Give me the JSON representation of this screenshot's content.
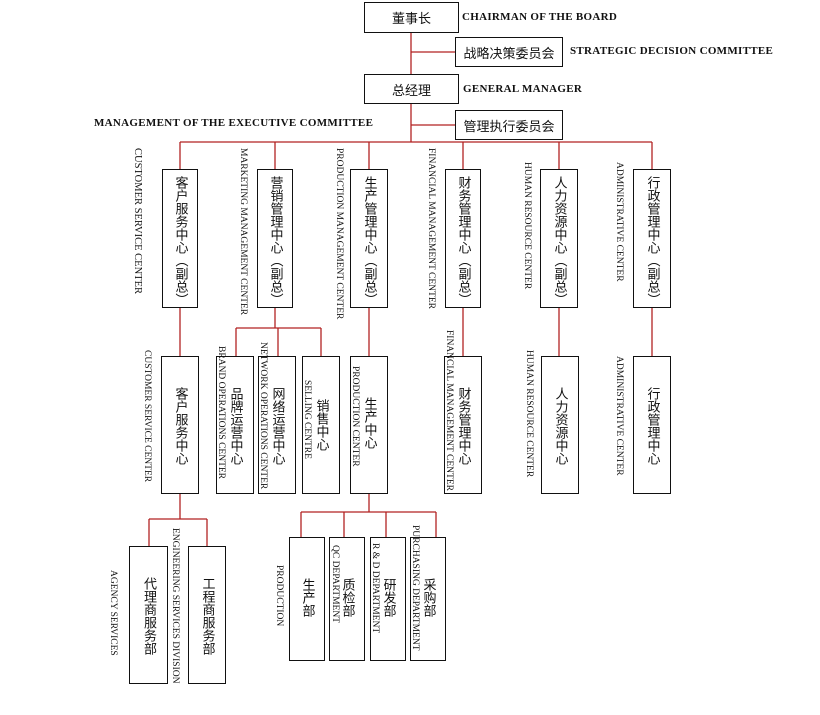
{
  "top": {
    "chairman": {
      "zh": "董事长",
      "en": "CHAIRMAN OF THE BOARD"
    },
    "strategic": {
      "zh": "战略决策委员会",
      "en": "STRATEGIC DECISION COMMITTEE"
    },
    "gm": {
      "zh": "总经理",
      "en": "GENERAL MANAGER"
    },
    "exec": {
      "zh": "管理执行委员会",
      "en": "MANAGEMENT OF THE EXECUTIVE COMMITTEE"
    }
  },
  "centers": [
    {
      "zh": "客户服务中心（副总）",
      "en": "CUSTOMER SERVICE CENTER"
    },
    {
      "zh": "营销管理中心（副总）",
      "en": "MARKETING MANAGEMENT CENTER"
    },
    {
      "zh": "生产管理中心（副总）",
      "en": "PRODUCTION MANAGEMENT CENTER"
    },
    {
      "zh": "财务管理中心（副总）",
      "en": "FINANCIAL MANAGEMENT CENTER"
    },
    {
      "zh": "人力资源中心（副总）",
      "en": "HUMAN RESOURCE CENTER"
    },
    {
      "zh": "行政管理中心（副总）",
      "en": "ADMINISTRATIVE CENTER"
    }
  ],
  "subs": [
    {
      "zh": "客户服务中心",
      "en": "CUSTOMER SERVICE CENTER"
    },
    {
      "zh": "品牌运营中心",
      "en": "BRAND OPERATIONS CENTER"
    },
    {
      "zh": "网络运营中心",
      "en": "NETWORK OPERATIONS CENTER"
    },
    {
      "zh": "销售中心",
      "en": "SELLING CENTRE"
    },
    {
      "zh": "生产中心",
      "en": "PRODUCTION CENTER"
    },
    {
      "zh": "财务管理中心",
      "en": "FINANCIAL MANAGEMENT CENTER"
    },
    {
      "zh": "人力资源中心",
      "en": "HUMAN RESOURCE CENTER"
    },
    {
      "zh": "行政管理中心",
      "en": "ADMINISTRATIVE CENTER"
    }
  ],
  "depts": [
    {
      "zh": "代理商服务部",
      "en": "AGENCY SERVICES"
    },
    {
      "zh": "工程商服务部",
      "en": "ENGINEERING SERVICES DIVISION"
    },
    {
      "zh": "生产部",
      "en": "PRODUCTION"
    },
    {
      "zh": "质检部",
      "en": "QC DEPARTMENT"
    },
    {
      "zh": "研发部",
      "en": "R & D DEPARTMENT"
    },
    {
      "zh": "采购部",
      "en": "PURCHASING DEPARTMENT"
    }
  ]
}
